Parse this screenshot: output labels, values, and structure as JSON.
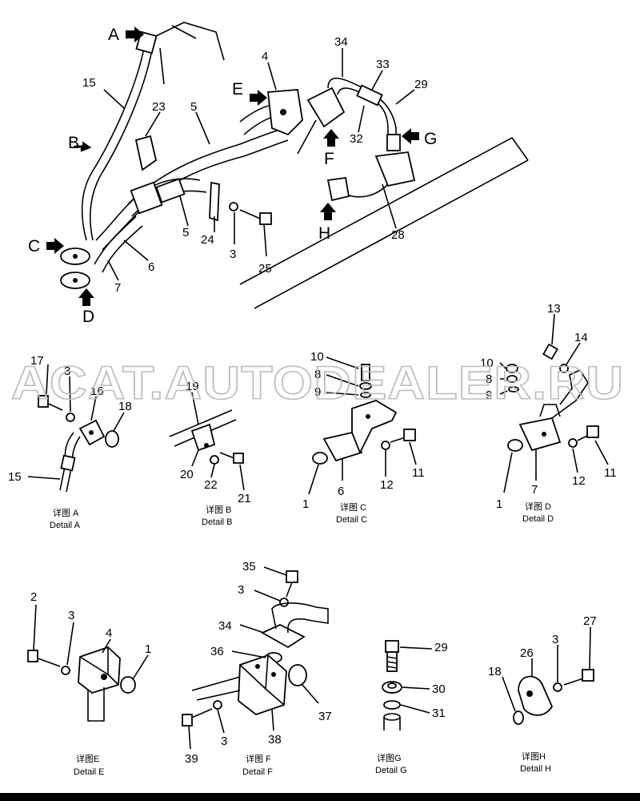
{
  "watermark": "ACAT.AUTODEALER.RU",
  "view_letters": [
    "A",
    "B",
    "C",
    "D",
    "E",
    "F",
    "G",
    "H"
  ],
  "main_part_numbers": [
    "15",
    "23",
    "5",
    "4",
    "34",
    "33",
    "29",
    "32",
    "24",
    "3",
    "25",
    "5",
    "6",
    "7",
    "28"
  ],
  "details": [
    {
      "id": "A",
      "caption_cn": "详图 A",
      "caption_en": "Detail A",
      "parts": [
        "17",
        "3",
        "16",
        "18",
        "15"
      ]
    },
    {
      "id": "B",
      "caption_cn": "详图 B",
      "caption_en": "Detail B",
      "parts": [
        "19",
        "20",
        "22",
        "21"
      ]
    },
    {
      "id": "C",
      "caption_cn": "详图 C",
      "caption_en": "Detail C",
      "parts": [
        "10",
        "8",
        "9",
        "11",
        "12",
        "6",
        "1"
      ]
    },
    {
      "id": "D",
      "caption_cn": "详图 D",
      "caption_en": "Detail D",
      "parts": [
        "13",
        "14",
        "10",
        "8",
        "9",
        "11",
        "12",
        "7",
        "1"
      ]
    },
    {
      "id": "E",
      "caption_cn": "详图E",
      "caption_en": "Detail E",
      "parts": [
        "2",
        "3",
        "4",
        "1"
      ]
    },
    {
      "id": "F",
      "caption_cn": "详图 F",
      "caption_en": "Detail F",
      "parts": [
        "35",
        "3",
        "34",
        "36",
        "37",
        "38",
        "3",
        "39"
      ]
    },
    {
      "id": "G",
      "caption_cn": "详图G",
      "caption_en": "Detail G",
      "parts": [
        "29",
        "30",
        "31"
      ]
    },
    {
      "id": "H",
      "caption_cn": "详图H",
      "caption_en": "Detail H",
      "parts": [
        "27",
        "3",
        "26",
        "18"
      ]
    }
  ]
}
